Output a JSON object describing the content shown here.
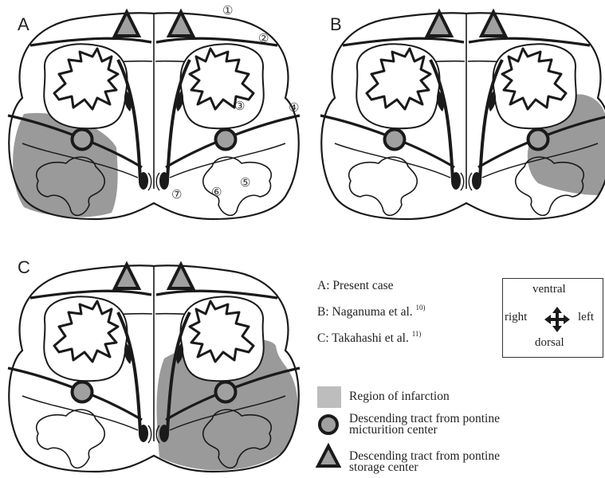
{
  "panels": [
    {
      "letter": "A",
      "infarct": "A"
    },
    {
      "letter": "B",
      "infarct": "B"
    },
    {
      "letter": "C",
      "infarct": "C"
    }
  ],
  "markers": [
    "①",
    "②",
    "③",
    "④",
    "⑤",
    "⑥",
    "⑦"
  ],
  "legend": {
    "references": [
      {
        "text": "A: Present case",
        "sup": ""
      },
      {
        "text": "B: Naganuma et al. ",
        "sup": "10)"
      },
      {
        "text": "C: Takahashi et al. ",
        "sup": "11)"
      }
    ],
    "orientation": {
      "ventral": "ventral",
      "dorsal": "dorsal",
      "right": "right",
      "left": "left"
    },
    "key": {
      "infarction": "Region of infarction",
      "micturition_line1": "Descending tract from pontine",
      "micturition_line2": "micturition center",
      "storage_line1": "Descending tract from pontine",
      "storage_line2": "storage center"
    }
  },
  "colors": {
    "infarct": "#9a9a9a",
    "infarct_key": "#bdbdbd",
    "marker_fill": "#a0a0a0",
    "outline": "#1a1a1a"
  }
}
